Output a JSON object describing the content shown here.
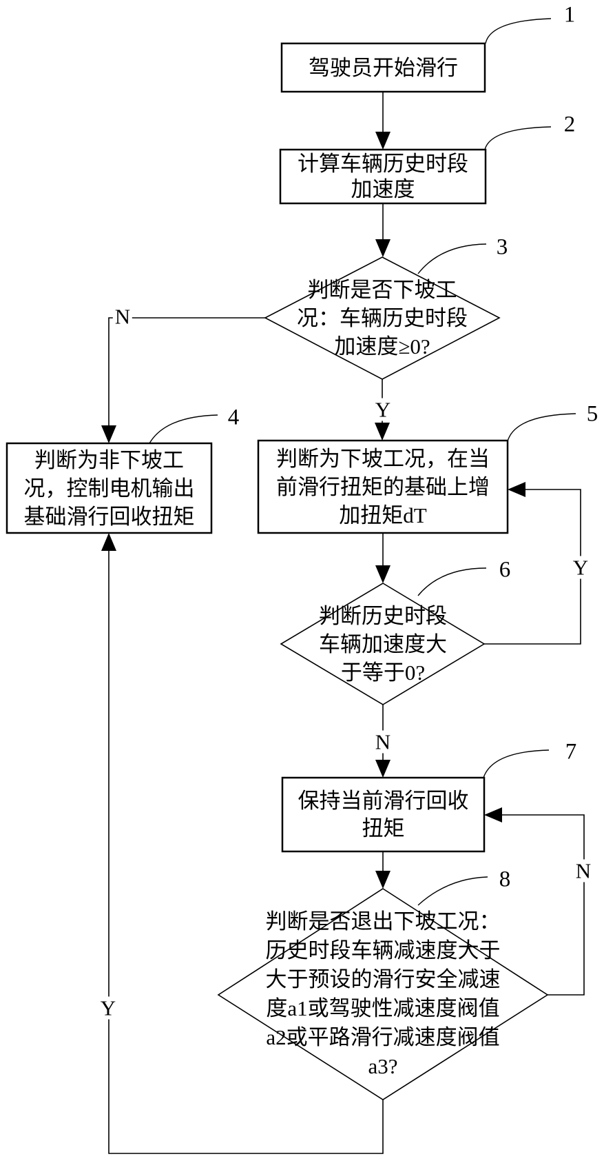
{
  "figure": {
    "bg_color": "#ffffff",
    "line_color": "#000000",
    "text_color": "#000000"
  },
  "nodes": {
    "start": {
      "ref": "1",
      "shape": "rect",
      "label": "驾驶员开始滑行"
    },
    "calc_accel": {
      "ref": "2",
      "shape": "rect",
      "label": "计算车辆历史时段\n加速度"
    },
    "downhill_check": {
      "ref": "3",
      "shape": "diamond",
      "label": "判断是否下坡工\n况：车辆历史时段\n加速度≥0?"
    },
    "non_downhill": {
      "ref": "4",
      "shape": "rect",
      "label": "判断为非下坡工\n况，控制电机输出\n基础滑行回收扭矩"
    },
    "add_torque": {
      "ref": "5",
      "shape": "rect",
      "label": "判断为下坡工况，在当\n前滑行扭矩的基础上增\n加扭矩dT"
    },
    "accel_recheck": {
      "ref": "6",
      "shape": "diamond",
      "label": "判断历史时段\n车辆加速度大\n于等于0?"
    },
    "keep_torque": {
      "ref": "7",
      "shape": "rect",
      "label": "保持当前滑行回收\n扭矩"
    },
    "exit_check": {
      "ref": "8",
      "shape": "diamond",
      "label": "判断是否退出下坡工况：\n历史时段车辆减速度大于\n大于预设的滑行安全减速\n度a1或驾驶性减速度阀值\na2或平路滑行减速度阀值\na3?"
    }
  },
  "edges": [
    {
      "from": "1",
      "to": "2",
      "label": ""
    },
    {
      "from": "2",
      "to": "3",
      "label": ""
    },
    {
      "from": "3",
      "to": "4",
      "label": "N"
    },
    {
      "from": "3",
      "to": "5",
      "label": "Y"
    },
    {
      "from": "5",
      "to": "6",
      "label": ""
    },
    {
      "from": "6",
      "to": "5",
      "label": "Y"
    },
    {
      "from": "6",
      "to": "7",
      "label": "N"
    },
    {
      "from": "7",
      "to": "8",
      "label": ""
    },
    {
      "from": "8",
      "to": "7",
      "label": "N"
    },
    {
      "from": "8",
      "to": "4",
      "label": "Y"
    }
  ]
}
